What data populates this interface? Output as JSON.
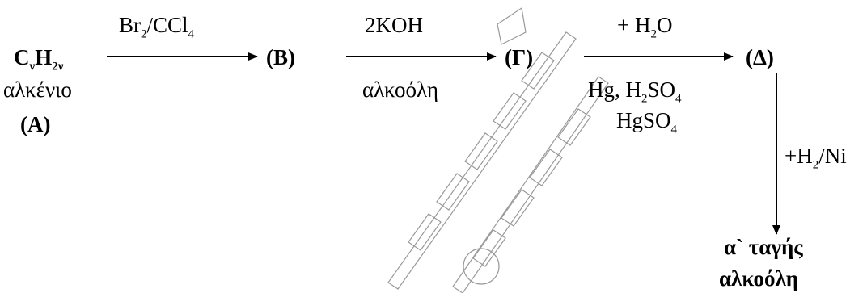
{
  "compound_A": {
    "formula_main": "C",
    "sub1": "ν",
    "formula_h": "H",
    "sub2": "2ν",
    "name": "αλκένιο",
    "label": "(A)"
  },
  "compound_B": {
    "label": "(B)"
  },
  "compound_G": {
    "label": "(Γ)"
  },
  "compound_D": {
    "label": "(Δ)"
  },
  "step1": {
    "reagent_main": "Br",
    "reagent_sub1": "2",
    "reagent_mid": "/CCl",
    "reagent_sub2": "4"
  },
  "step2": {
    "reagent_top": "2KOH",
    "reagent_bottom": "αλκοόλη"
  },
  "step3": {
    "reagent_top_main": "+ H",
    "reagent_top_sub": "2",
    "reagent_top_end": "O",
    "cat1_main": "Hg, H",
    "cat1_sub1": "2",
    "cat1_mid": "SO",
    "cat1_sub2": "4",
    "cat2_main": "HgSO",
    "cat2_sub": "4"
  },
  "step4": {
    "reagent_main": "+H",
    "reagent_sub": "2",
    "reagent_end": "/Ni"
  },
  "product": {
    "line1": "α` ταγής",
    "line2": "αλκοόλη"
  }
}
